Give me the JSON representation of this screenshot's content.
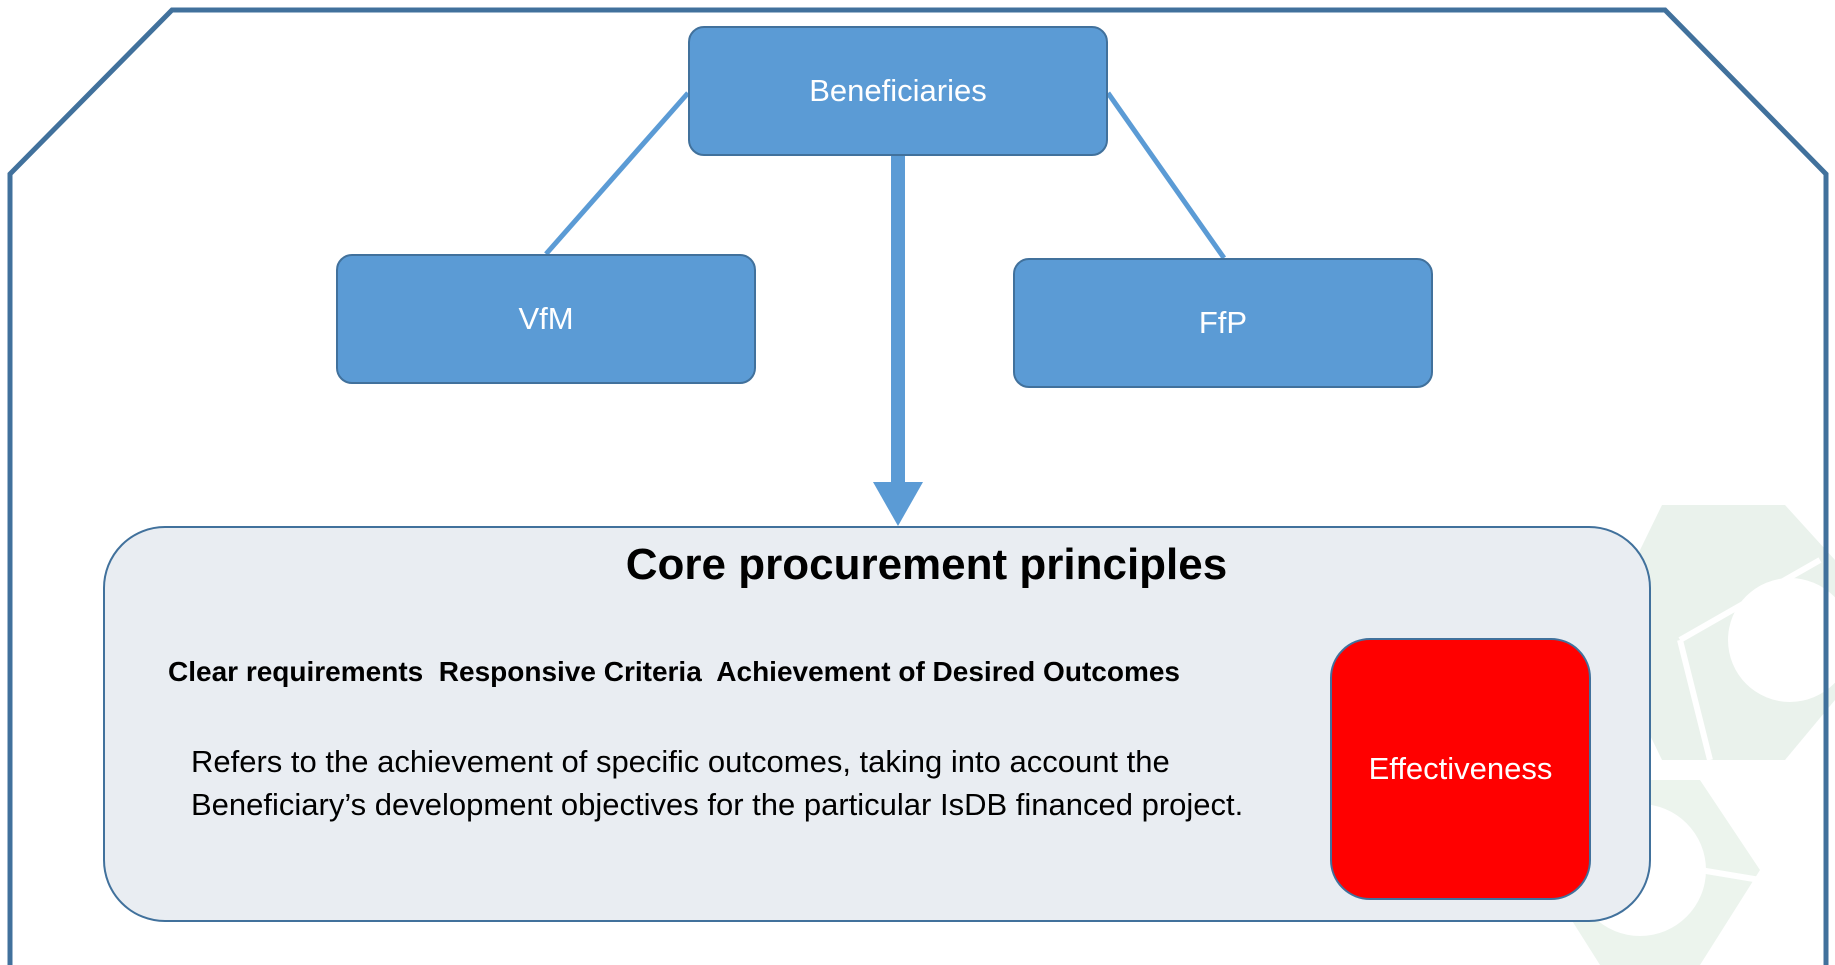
{
  "diagram": {
    "nodes": {
      "beneficiaries": "Beneficiaries",
      "vfm": "VfM",
      "ffp": "FfP"
    },
    "core": {
      "title": "Core procurement principles",
      "criteria": "Clear requirements  Responsive Criteria  Achievement of Desired Outcomes",
      "description": "Refers to the achievement of specific outcomes, taking into account the Beneficiary’s development objectives for the particular IsDB financed project.",
      "highlight": "Effectiveness"
    },
    "colors": {
      "node_fill": "#5b9bd5",
      "node_border": "#41719c",
      "frame": "#41719c",
      "core_fill": "#e9edf2",
      "highlight_fill": "#ff0000",
      "decor_hexagon": "#e8f1ea"
    }
  }
}
